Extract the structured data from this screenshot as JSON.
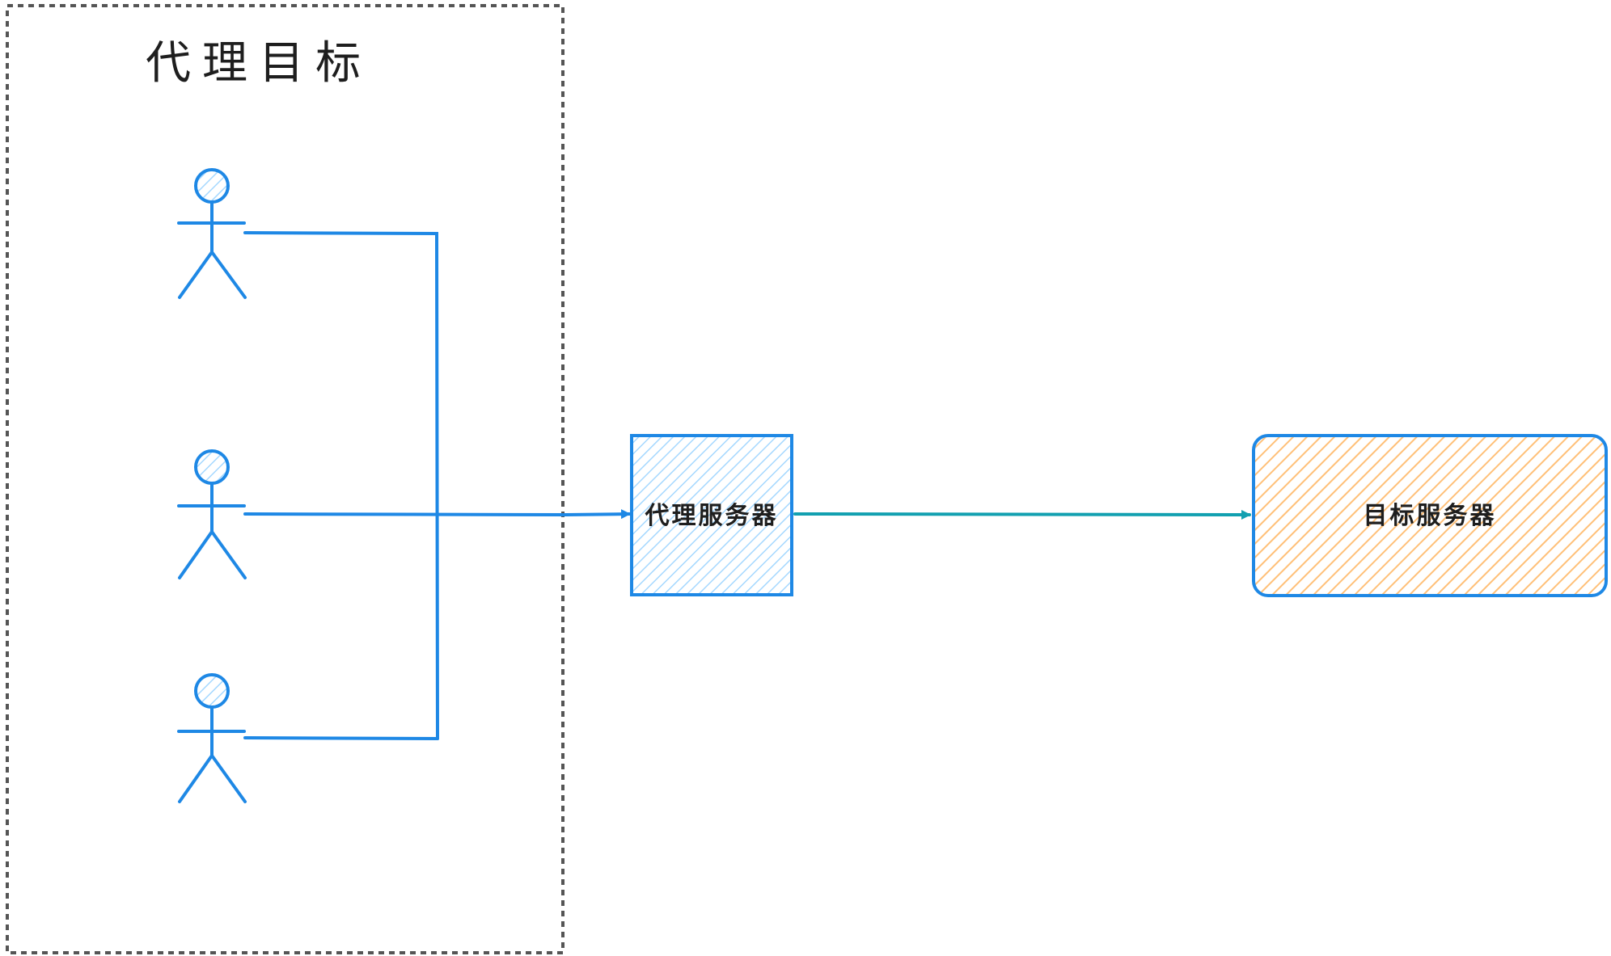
{
  "group": {
    "title": "代理目标"
  },
  "nodes": {
    "proxy_server": "代理服务器",
    "target_server": "目标服务器"
  },
  "colors": {
    "stroke_blue": "#1e88e5",
    "stroke_teal": "#12a0b0",
    "proxy_fill": "#a5d8ff",
    "target_fill": "#ffc078",
    "group_border": "#555555",
    "text": "#1e1e1e"
  },
  "icons": {
    "actor": "stick-figure-person"
  }
}
